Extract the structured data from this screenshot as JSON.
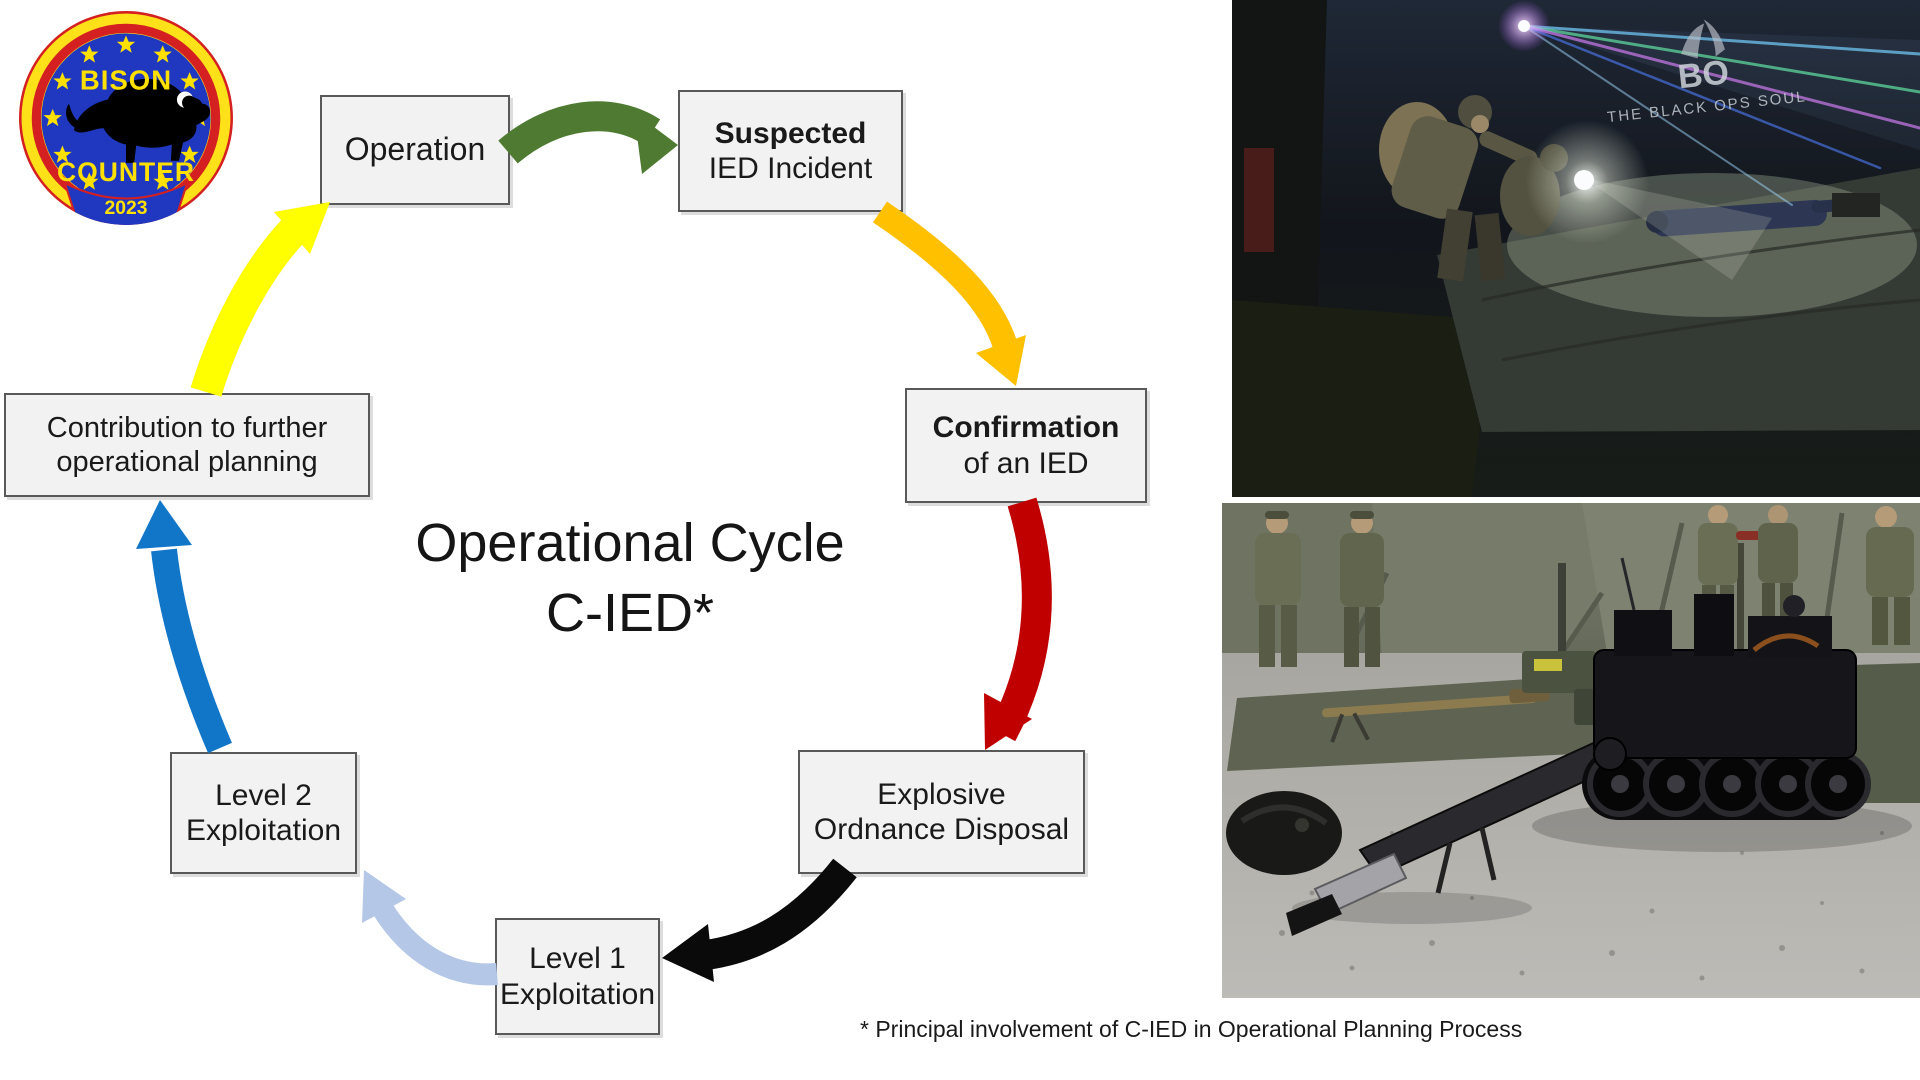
{
  "slide": {
    "background": "#FFFFFF"
  },
  "logo": {
    "text_top": "BISON",
    "text_bottom": "COUNTER",
    "year": "2023",
    "colors": {
      "blue": "#2038C0",
      "yellow": "#FFE000",
      "red": "#D42020"
    }
  },
  "title": {
    "line1": "Operational Cycle",
    "line2": "C-IED*"
  },
  "footnote": "* Principal involvement of C-IED in Operational Planning Process",
  "cycle": {
    "steps": [
      {
        "label": "Operation"
      },
      {
        "line1": "Suspected",
        "line2": "IED Incident"
      },
      {
        "line1": "Confirmation",
        "line2": "of an IED"
      },
      {
        "line1": "Explosive",
        "line2": "Ordnance Disposal"
      },
      {
        "line1": "Level 1",
        "line2": "Exploitation"
      },
      {
        "line1": "Level 2",
        "line2": "Exploitation"
      },
      {
        "line1": "Contribution to further",
        "line2": "operational planning"
      }
    ],
    "colors": {
      "green": "#4E7B31",
      "amber": "#FFC000",
      "red": "#C00000",
      "black": "#0A0A0A",
      "pale_blue": "#B4C7E7",
      "blue": "#1276C8",
      "yellow": "#FFFF00",
      "box_fill": "#F2F2F2",
      "box_border": "#595959"
    }
  },
  "photos": {
    "top": {
      "logo_text": "BO",
      "logo_subtext": "THE BLACK OPS SOUL"
    },
    "bottom": {}
  }
}
